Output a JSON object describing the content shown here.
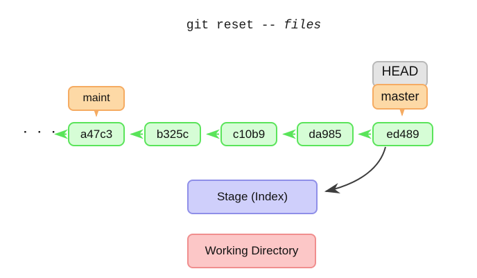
{
  "title": {
    "command": "git reset -- ",
    "argument": "files"
  },
  "graph": {
    "ellipsis": "· · ·",
    "commits": [
      "a47c3",
      "b325c",
      "c10b9",
      "da985",
      "ed489"
    ],
    "branch_maint": "maint",
    "head_label": "HEAD",
    "branch_master": "master"
  },
  "areas": {
    "stage": "Stage (Index)",
    "working_directory": "Working Directory"
  },
  "colors": {
    "commit_border": "#5ae45a",
    "commit_fill": "#d6fdd6",
    "branch_border": "#f5ab62",
    "branch_fill": "#fdd9a6",
    "head_border": "#b8b8b8",
    "head_fill": "#e4e4e4",
    "stage_border": "#8f8fe8",
    "stage_fill": "#cfcffb",
    "working_border": "#f08e8e",
    "working_fill": "#fcc7c7",
    "commit_arrow": "#5ae45a",
    "branch_arrow": "#f5ab62",
    "reset_arrow": "#3d3d3d"
  }
}
